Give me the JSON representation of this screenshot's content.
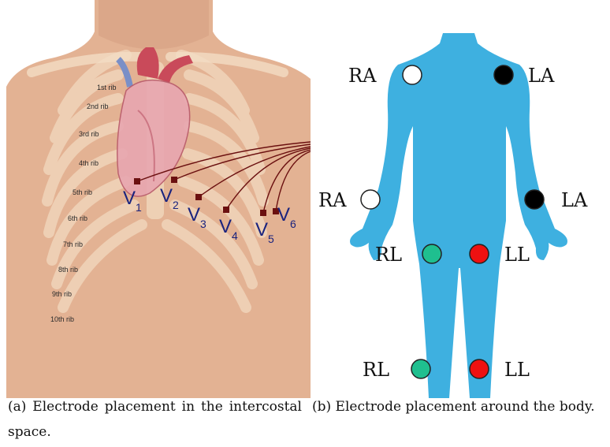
{
  "panel_a": {
    "ribs": [
      "1st rib",
      "2nd rib",
      "3rd rib",
      "4th rib",
      "5th rib",
      "6th rib",
      "7th rib",
      "8th rib",
      "9th rib",
      "10th rib"
    ],
    "electrodes": [
      {
        "main": "V",
        "sub": "1"
      },
      {
        "main": "V",
        "sub": "2"
      },
      {
        "main": "V",
        "sub": "3"
      },
      {
        "main": "V",
        "sub": "4"
      },
      {
        "main": "V",
        "sub": "5"
      },
      {
        "main": "V",
        "sub": "6"
      }
    ],
    "caption": "(a) Electrode placement in the intercostal space."
  },
  "panel_b": {
    "labels": {
      "ra_shoulder": "RA",
      "la_shoulder": "LA",
      "ra_wrist": "RA",
      "la_wrist": "LA",
      "rl_thigh": "RL",
      "ll_thigh": "LL",
      "rl_ankle": "RL",
      "ll_ankle": "LL"
    },
    "colors": {
      "body": "#3eb0e0",
      "ra": "#ffffff",
      "la": "#000000",
      "rl": "#1fbf8f",
      "ll": "#ee1111"
    },
    "caption": "(b) Electrode placement around the body."
  }
}
